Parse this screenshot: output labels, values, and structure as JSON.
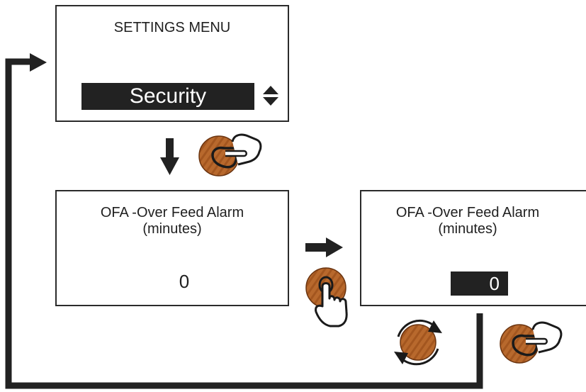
{
  "settings_screen": {
    "title": "SETTINGS MENU",
    "selected_item": "Security"
  },
  "ofa_screen_view": {
    "title_line1": "OFA -Over Feed Alarm",
    "title_line2": "(minutes)",
    "value": "0"
  },
  "ofa_screen_edit": {
    "title_line1": "OFA -Over Feed Alarm",
    "title_line2": "(minutes)",
    "value": "0"
  },
  "icons": {
    "updown": "up-down-arrows-icon",
    "press": "hand-press-knob-icon",
    "point": "pointing-hand-icon",
    "rotate": "rotate-knob-icon"
  },
  "colors": {
    "knob": "#b5652a",
    "knob_dark": "#7d3f14",
    "outline": "#1a1a1a"
  }
}
